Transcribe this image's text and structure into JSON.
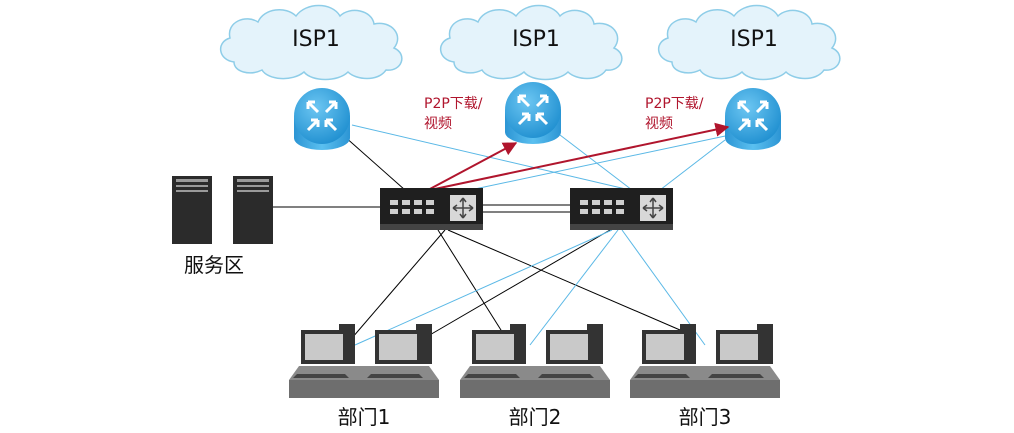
{
  "clouds": [
    {
      "label": "ISP1"
    },
    {
      "label": "ISP1"
    },
    {
      "label": "ISP1"
    }
  ],
  "annotations": [
    {
      "line1": "P2P下载/",
      "line2": "视频"
    },
    {
      "line1": "P2P下载/",
      "line2": "视频"
    }
  ],
  "server_zone": {
    "label": "服务区"
  },
  "departments": [
    {
      "label": "部门1"
    },
    {
      "label": "部门2"
    },
    {
      "label": "部门3"
    }
  ],
  "colors": {
    "cloud_fill": "#e4f3fb",
    "cloud_stroke": "#8ecde8",
    "router_blue": "#39a7e2",
    "link_black": "#000000",
    "link_blue": "#5ab8e6",
    "highlight_red": "#b0152d",
    "server_dark": "#2b2b2b",
    "switch_dark": "#1f1f1f"
  }
}
